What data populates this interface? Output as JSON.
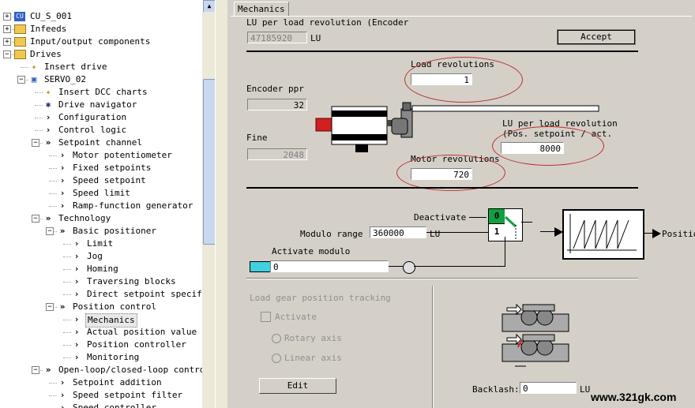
{
  "tree": {
    "items": [
      {
        "label": "CU_S_001",
        "indent": 0,
        "expander": "+",
        "icon": "cu"
      },
      {
        "label": "Infeeds",
        "indent": 0,
        "expander": "+",
        "icon": "folder"
      },
      {
        "label": "Input/output components",
        "indent": 0,
        "expander": "+",
        "icon": "folder"
      },
      {
        "label": "Drives",
        "indent": 0,
        "expander": "-",
        "icon": "folder"
      },
      {
        "label": "Insert drive",
        "indent": 1,
        "expander": "",
        "icon": "insert"
      },
      {
        "label": "SERVO_02",
        "indent": 1,
        "expander": "-",
        "icon": "servo"
      },
      {
        "label": "Insert DCC charts",
        "indent": 2,
        "expander": "",
        "icon": "insert"
      },
      {
        "label": "Drive navigator",
        "indent": 2,
        "expander": "",
        "icon": "nav"
      },
      {
        "label": "Configuration",
        "indent": 2,
        "expander": "",
        "icon": "chev"
      },
      {
        "label": "Control logic",
        "indent": 2,
        "expander": "",
        "icon": "chev"
      },
      {
        "label": "Setpoint channel",
        "indent": 2,
        "expander": "-",
        "icon": "dchev"
      },
      {
        "label": "Motor potentiometer",
        "indent": 3,
        "expander": "",
        "icon": "chev"
      },
      {
        "label": "Fixed setpoints",
        "indent": 3,
        "expander": "",
        "icon": "chev"
      },
      {
        "label": "Speed setpoint",
        "indent": 3,
        "expander": "",
        "icon": "chev"
      },
      {
        "label": "Speed limit",
        "indent": 3,
        "expander": "",
        "icon": "chev"
      },
      {
        "label": "Ramp-function generator",
        "indent": 3,
        "expander": "",
        "icon": "chev"
      },
      {
        "label": "Technology",
        "indent": 2,
        "expander": "-",
        "icon": "dchev"
      },
      {
        "label": "Basic positioner",
        "indent": 3,
        "expander": "-",
        "icon": "dchev"
      },
      {
        "label": "Limit",
        "indent": 4,
        "expander": "",
        "icon": "chev"
      },
      {
        "label": "Jog",
        "indent": 4,
        "expander": "",
        "icon": "chev"
      },
      {
        "label": "Homing",
        "indent": 4,
        "expander": "",
        "icon": "chev"
      },
      {
        "label": "Traversing blocks",
        "indent": 4,
        "expander": "",
        "icon": "chev"
      },
      {
        "label": "Direct setpoint specifi",
        "indent": 4,
        "expander": "",
        "icon": "chev"
      },
      {
        "label": "Position control",
        "indent": 3,
        "expander": "-",
        "icon": "dchev"
      },
      {
        "label": "Mechanics",
        "indent": 4,
        "expander": "",
        "icon": "chev",
        "selected": true
      },
      {
        "label": "Actual position value p",
        "indent": 4,
        "expander": "",
        "icon": "chev"
      },
      {
        "label": "Position controller",
        "indent": 4,
        "expander": "",
        "icon": "chev"
      },
      {
        "label": "Monitoring",
        "indent": 4,
        "expander": "",
        "icon": "chev"
      },
      {
        "label": "Open-loop/closed-loop control",
        "indent": 2,
        "expander": "-",
        "icon": "dchev"
      },
      {
        "label": "Setpoint addition",
        "indent": 3,
        "expander": "",
        "icon": "chev"
      },
      {
        "label": "Speed setpoint filter",
        "indent": 3,
        "expander": "",
        "icon": "chev"
      },
      {
        "label": "Speed controller",
        "indent": 3,
        "expander": "",
        "icon": "chev"
      }
    ]
  },
  "panel": {
    "tab": "Mechanics",
    "lu_encoder_label": "LU per load revolution (Encoder",
    "lu_encoder_value": "47185920",
    "lu_unit": "LU",
    "accept_label": "Accept",
    "load_rev_label": "Load revolutions",
    "load_rev_value": "1",
    "encoder_ppr_label": "Encoder ppr",
    "encoder_ppr_value": "32",
    "fine_label": "Fine",
    "fine_value": "2048",
    "lu_pos_label1": "LU per load revolution",
    "lu_pos_label2": "(Pos. setpoint / act.",
    "lu_pos_value": "8000",
    "motor_rev_label": "Motor revolutions",
    "motor_rev_value": "720",
    "deactivate_label": "Deactivate",
    "switch_0": "0",
    "switch_1": "1",
    "modulo_range_label": "Modulo range",
    "modulo_range_value": "360000",
    "modulo_unit": "LU",
    "activate_modulo_label": "Activate modulo",
    "activate_modulo_value": "0",
    "position_label": "Positio",
    "load_gear_label": "Load gear position tracking",
    "activate_label": "Activate",
    "rotary_axis_label": "Rotary axis",
    "linear_axis_label": "Linear axis",
    "edit_label": "Edit",
    "backlash_label": "Backlash:",
    "backlash_value": "0",
    "backlash_unit": "LU"
  },
  "footer": {
    "site": "www.321gk.com"
  },
  "colors": {
    "motor_red": "#d02020",
    "switch_green": "#10a040",
    "input_cyan": "#40d0e0"
  }
}
